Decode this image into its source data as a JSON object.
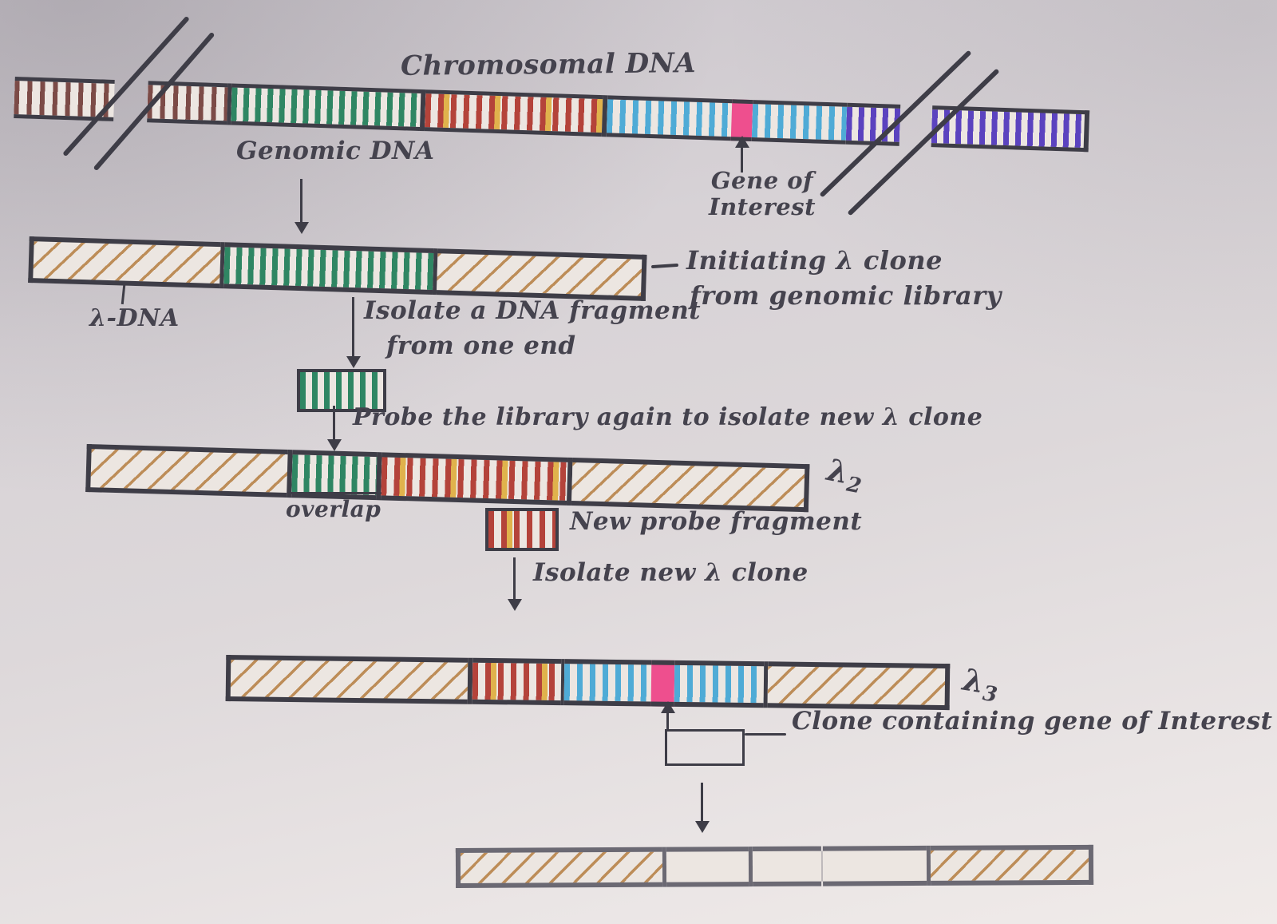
{
  "title": "Chromosomal DNA",
  "labels": {
    "genomic_dna": "Genomic DNA",
    "gene_of_interest_line1": "Gene of",
    "gene_of_interest_line2": "Interest",
    "lambda_dna": "λ-DNA",
    "initiating_line1": "Initiating λ clone",
    "initiating_line2": "from genomic library",
    "isolate_line1": "Isolate a DNA fragment",
    "isolate_line2": "from one end",
    "probe_again": "Probe the library again to isolate new λ clone",
    "overlap": "overlap",
    "lambda2_base": "λ",
    "lambda2_sub": "2",
    "new_probe": "New probe fragment",
    "isolate_new": "Isolate new λ clone",
    "lambda3_base": "λ",
    "lambda3_sub": "3",
    "clone_containing": "Clone containing gene of Interest"
  },
  "colors": {
    "ink": "#3e3d47",
    "pencil_soft": "#6b6973",
    "maroon_rungs": "#7c4b47",
    "green_rungs": "#2f8663",
    "red_rungs": "#b4433a",
    "yellow_rungs": "#e0b24c",
    "blue_rungs": "#4fabd6",
    "gene_pink": "#ee4f8e",
    "purple_rungs": "#5b43bf",
    "lambda_arm_tan": "#bd8d58",
    "paper": "#d8d3d7"
  },
  "figure": {
    "description": "Hand-drawn chromosome-walking / gene-cloning diagram",
    "bars": [
      {
        "name": "chromosomal-dna",
        "style": "ladder",
        "segments": [
          "maroon-rungs",
          "break",
          "maroon-rungs",
          "green-rungs (genomic DNA)",
          "red+yellow-rungs",
          "blue-rungs",
          "pink gene-of-interest",
          "blue-rungs",
          "purple-rungs",
          "break",
          "purple-rungs"
        ]
      },
      {
        "name": "initiating-lambda-clone",
        "segments": [
          "lambda-arm-hatch",
          "green-rungs genomic insert",
          "lambda-arm-hatch"
        ]
      },
      {
        "name": "lambda2-clone",
        "segments": [
          "lambda-arm-hatch",
          "green-rungs overlap",
          "red+yellow-rungs",
          "lambda-arm-hatch"
        ]
      },
      {
        "name": "lambda3-clone",
        "segments": [
          "lambda-arm-hatch",
          "red+yellow-rungs",
          "blue-rungs",
          "pink gene-of-interest",
          "blue-rungs",
          "lambda-arm-hatch"
        ]
      },
      {
        "name": "final-clone",
        "style": "pencil",
        "segments": [
          "lambda-arm-hatch",
          "empty",
          "empty (faint crease)",
          "lambda-arm-hatch"
        ]
      }
    ]
  }
}
